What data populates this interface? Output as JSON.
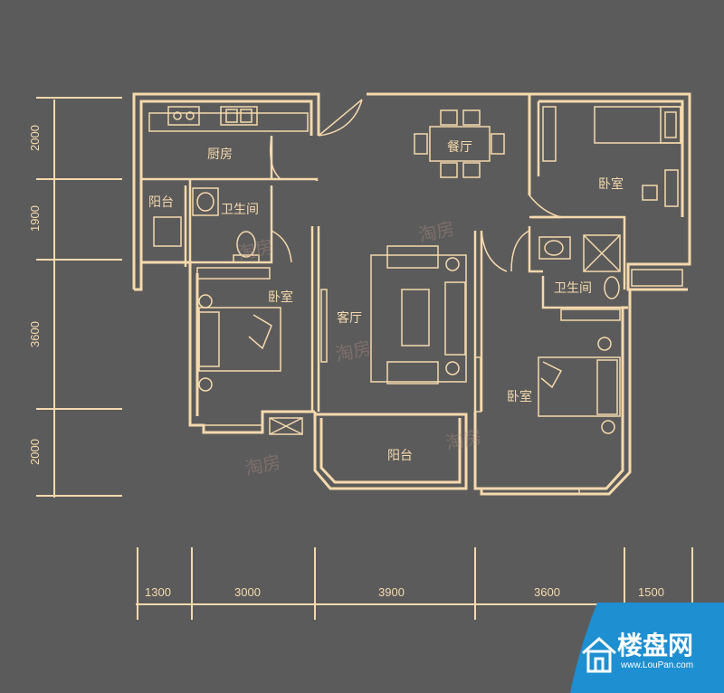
{
  "rooms": {
    "kitchen": "厨房",
    "dining": "餐厅",
    "bedroom_ne": "卧室",
    "balcony_small": "阳台",
    "bath_left": "卫生间",
    "bedroom_w": "卧室",
    "living": "客厅",
    "bath_right": "卫生间",
    "bedroom_se": "卧室",
    "balcony_main": "阳台"
  },
  "dimensions": {
    "left": [
      "2000",
      "1900",
      "3600",
      "2000"
    ],
    "bottom": [
      "1300",
      "3000",
      "3900",
      "3600",
      "1500"
    ]
  },
  "watermark": "淘房",
  "logo": {
    "name": "楼盘网",
    "url": "www.LouPan.com"
  },
  "colors": {
    "background": "#5b5b5b",
    "line": "#f5d9ad",
    "logo_blue": "#1e8fd0"
  }
}
